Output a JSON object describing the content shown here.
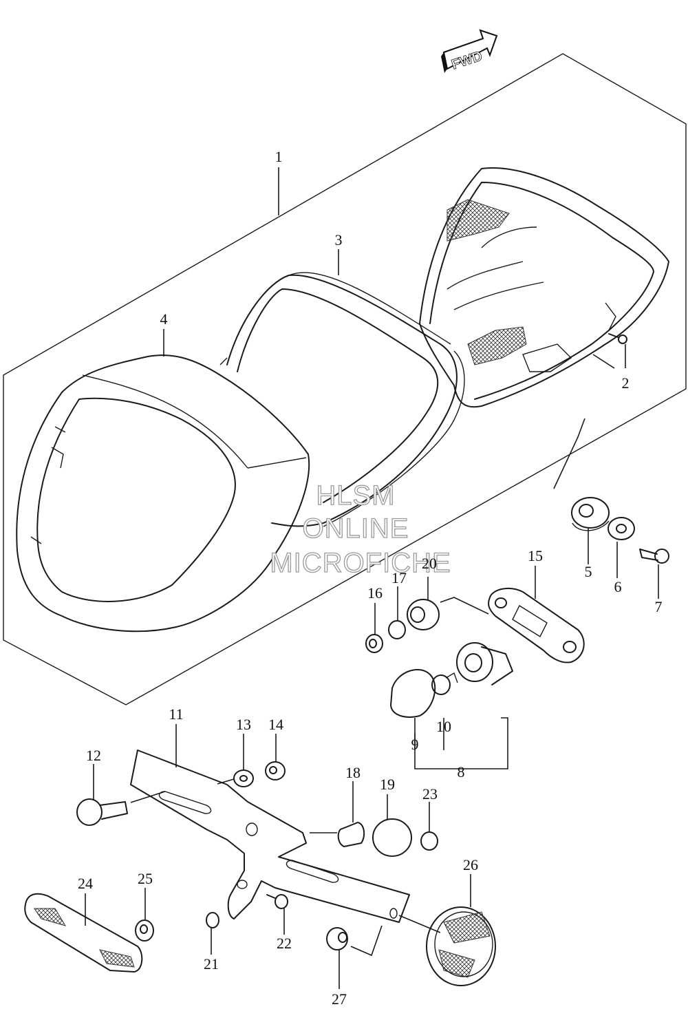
{
  "fwd_label": "FWD",
  "watermark": [
    "HLSM",
    "ONLINE",
    "MICROFICHE"
  ],
  "callouts": [
    {
      "id": "1",
      "text": "1"
    },
    {
      "id": "2",
      "text": "2"
    },
    {
      "id": "3",
      "text": "3"
    },
    {
      "id": "4",
      "text": "4"
    },
    {
      "id": "5",
      "text": "5"
    },
    {
      "id": "6",
      "text": "6"
    },
    {
      "id": "7",
      "text": "7"
    },
    {
      "id": "8",
      "text": "8"
    },
    {
      "id": "9",
      "text": "9"
    },
    {
      "id": "10",
      "text": "10"
    },
    {
      "id": "11",
      "text": "11"
    },
    {
      "id": "12",
      "text": "12"
    },
    {
      "id": "13",
      "text": "13"
    },
    {
      "id": "14",
      "text": "14"
    },
    {
      "id": "15",
      "text": "15"
    },
    {
      "id": "16",
      "text": "16"
    },
    {
      "id": "17",
      "text": "17"
    },
    {
      "id": "18",
      "text": "18"
    },
    {
      "id": "19",
      "text": "19"
    },
    {
      "id": "20",
      "text": "20"
    },
    {
      "id": "21",
      "text": "21"
    },
    {
      "id": "22",
      "text": "22"
    },
    {
      "id": "23",
      "text": "23"
    },
    {
      "id": "24",
      "text": "24"
    },
    {
      "id": "25",
      "text": "25"
    },
    {
      "id": "26",
      "text": "26"
    },
    {
      "id": "27",
      "text": "27"
    }
  ]
}
